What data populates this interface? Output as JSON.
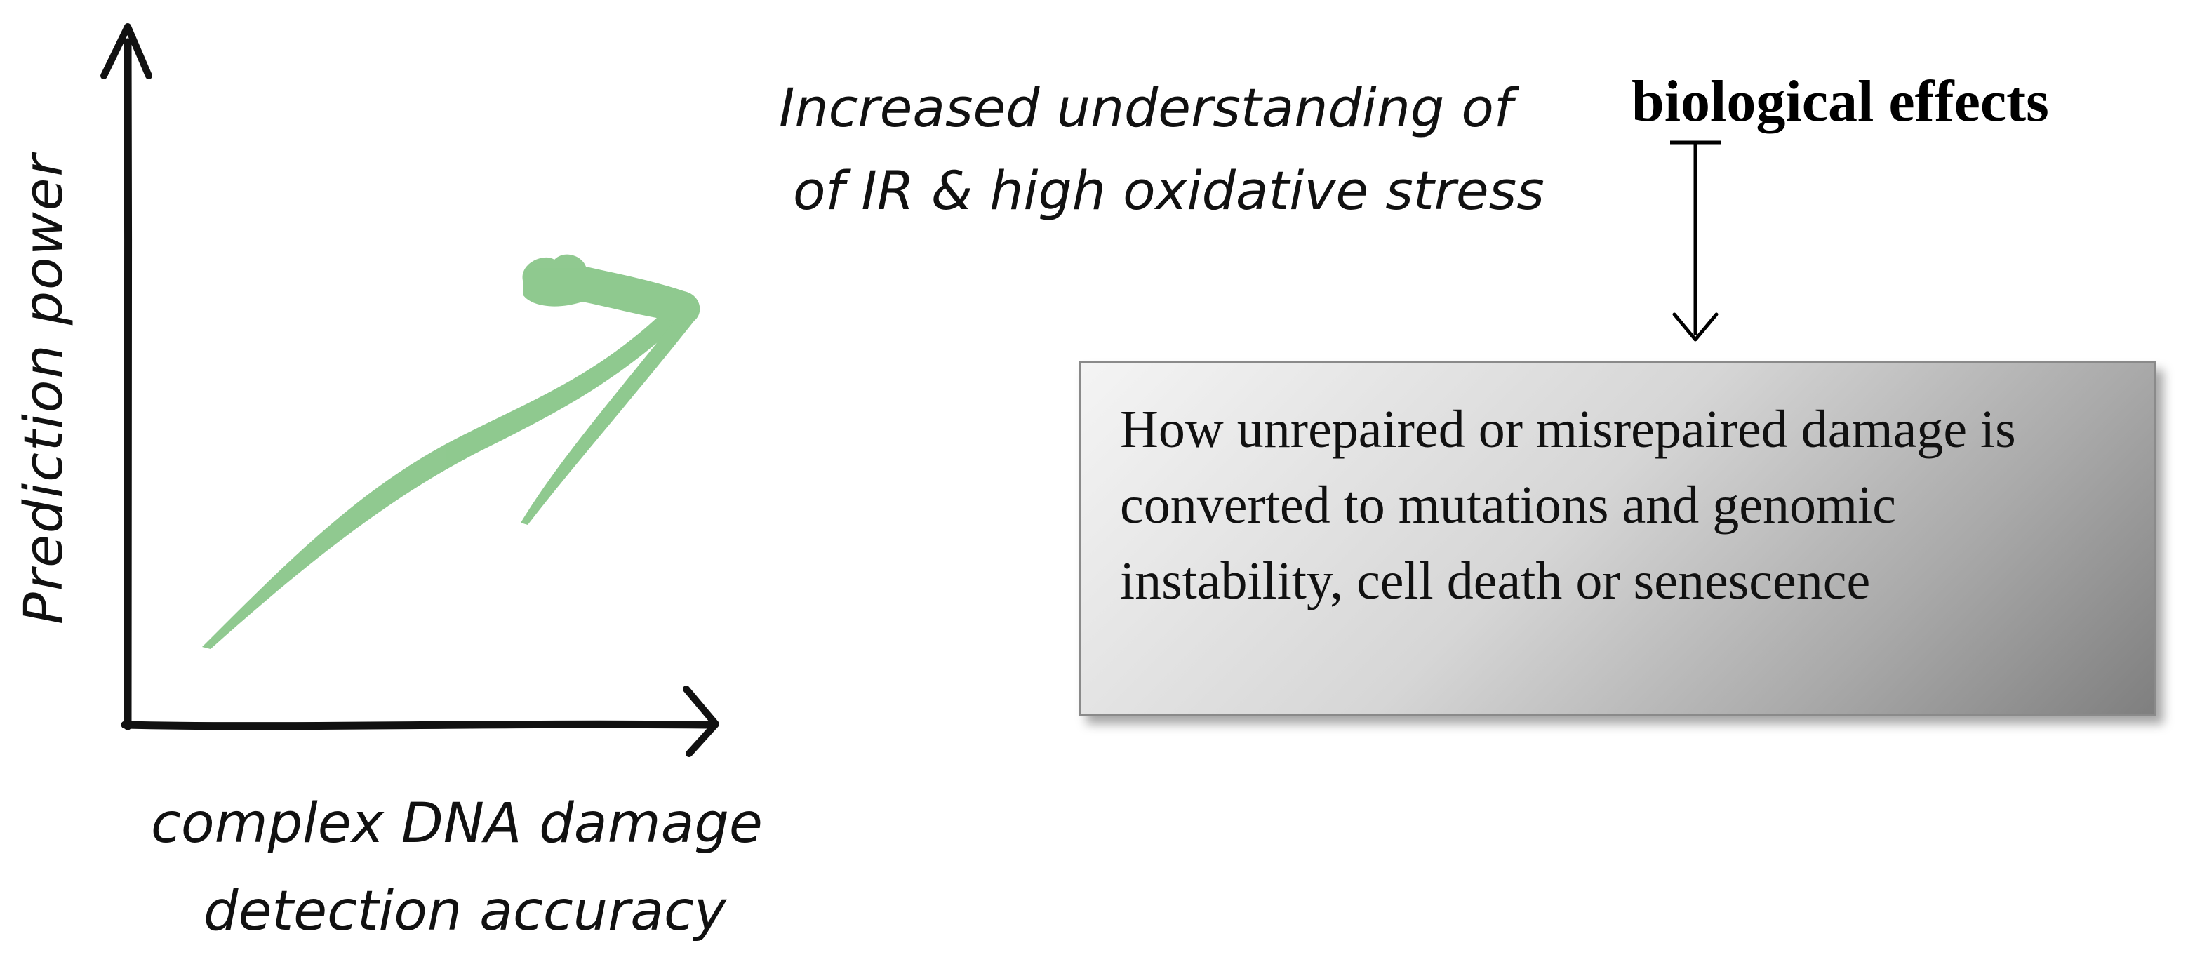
{
  "axes": {
    "y_label": "Prediction power",
    "x_label_line1": "complex DNA damage",
    "x_label_line2": "detection accuracy"
  },
  "heading": {
    "line1_prefix": "Increased understanding of",
    "line1_emphasis": "biological effects",
    "line2": "of IR & high oxidative stress"
  },
  "outcome_box": {
    "text": "How unrepaired or misrepaired damage is converted to mutations and genomic instability, cell death or senescence"
  },
  "colors": {
    "trend_arrow": "#7cc07c",
    "axis": "#111111",
    "box_border": "#8a8a8a"
  },
  "icons": {
    "trend_arrow": "upward-trend-arrow-icon",
    "connector": "down-arrow-icon"
  }
}
